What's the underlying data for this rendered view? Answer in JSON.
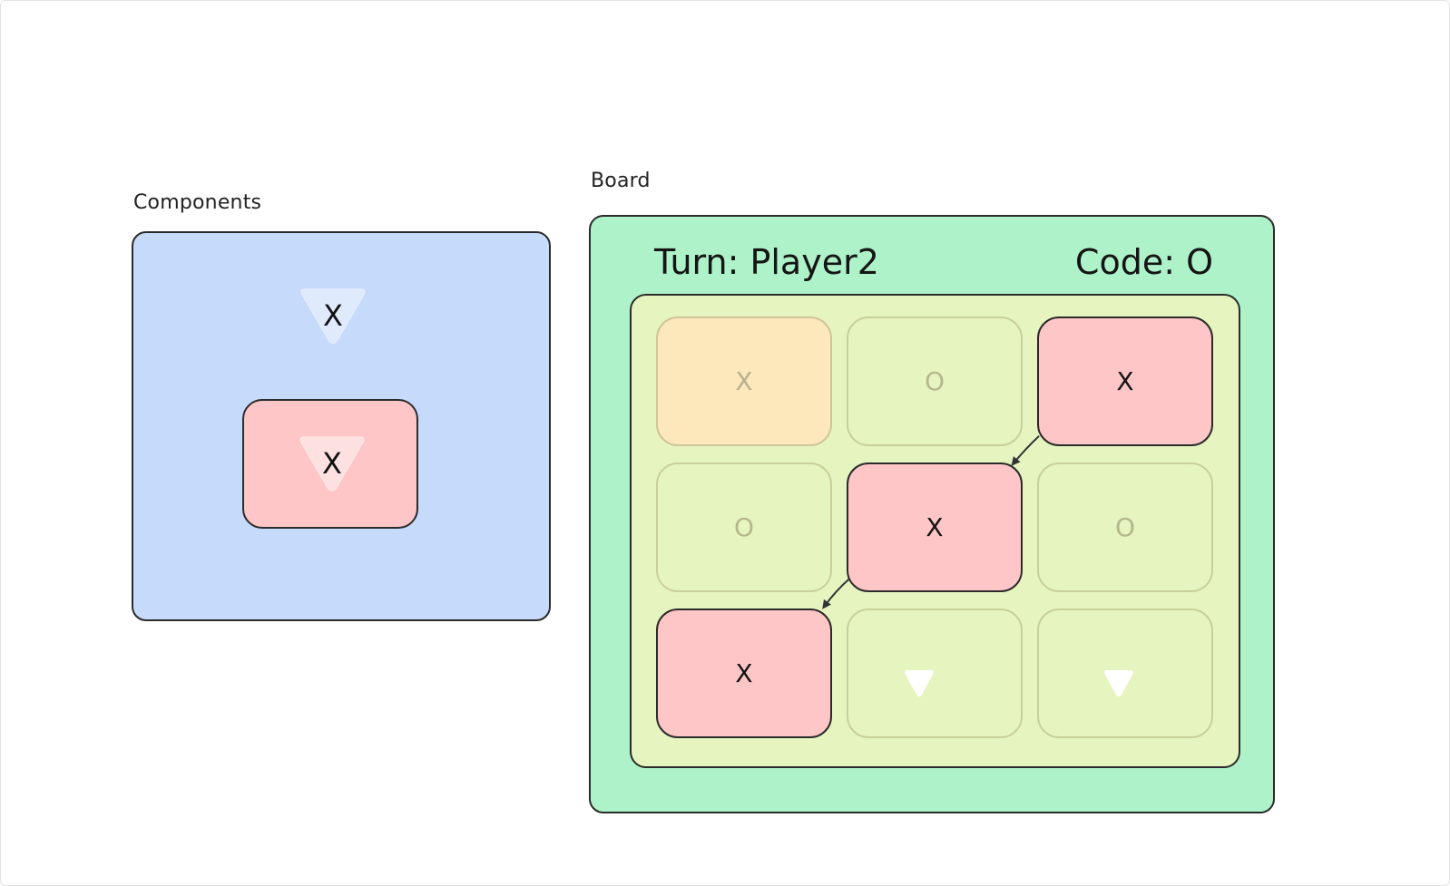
{
  "labels": {
    "components": "Components",
    "board": "Board"
  },
  "components": {
    "marker_symbol": "X",
    "card_symbol": "X"
  },
  "board": {
    "turn_text": "Turn: Player2",
    "code_text": "Code: O",
    "cells": [
      {
        "value": "X",
        "state": "highlight"
      },
      {
        "value": "O",
        "state": "empty"
      },
      {
        "value": "X",
        "state": "win"
      },
      {
        "value": "O",
        "state": "empty"
      },
      {
        "value": "X",
        "state": "win"
      },
      {
        "value": "O",
        "state": "empty"
      },
      {
        "value": "X",
        "state": "win"
      },
      {
        "value": "",
        "state": "empty-marker"
      },
      {
        "value": "",
        "state": "empty-marker"
      }
    ]
  },
  "colors": {
    "components_bg": "#c6dbfc",
    "board_bg": "#aef2c9",
    "grid_bg": "#e6f5bf",
    "win_cell": "#fec6c6",
    "highlight_cell": "#fde8bc"
  }
}
